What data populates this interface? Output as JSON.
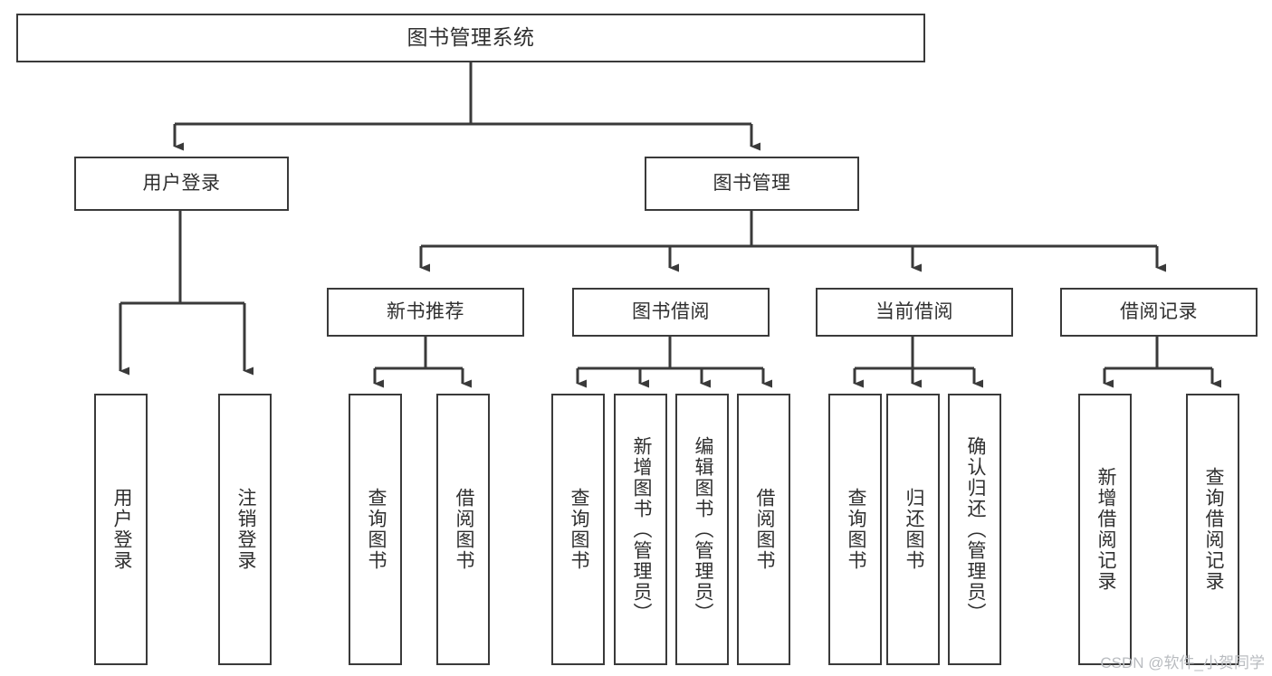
{
  "diagram": {
    "title": "图书管理系统",
    "type": "functional-structure-tree",
    "colors": {
      "box_border": "#3a3a3a",
      "box_fill": "#ffffff",
      "text": "#2f2f2f",
      "edge": "#3a3a3a",
      "watermark": "#b9bcc0",
      "background": "#ffffff"
    },
    "watermark": "CSDN @软件_小贺同学"
  },
  "root": {
    "label": "图书管理系统"
  },
  "level2": [
    {
      "label": "用户登录"
    },
    {
      "label": "图书管理"
    }
  ],
  "level3": [
    {
      "label": "新书推荐"
    },
    {
      "label": "图书借阅"
    },
    {
      "label": "当前借阅"
    },
    {
      "label": "借阅记录"
    }
  ],
  "leaves": {
    "user_login": [
      {
        "label": "用户登录"
      },
      {
        "label": "注销登录"
      }
    ],
    "new_book_recommend": [
      {
        "label": "查询图书"
      },
      {
        "label": "借阅图书"
      }
    ],
    "book_borrow": [
      {
        "label": "查询图书"
      },
      {
        "label": "新增图书（管理员）"
      },
      {
        "label": "编辑图书（管理员）"
      },
      {
        "label": "借阅图书"
      }
    ],
    "current_borrow": [
      {
        "label": "查询图书"
      },
      {
        "label": "归还图书"
      },
      {
        "label": "确认归还（管理员）"
      }
    ],
    "borrow_records": [
      {
        "label": "新增借阅记录"
      },
      {
        "label": "查询借阅记录"
      }
    ]
  }
}
